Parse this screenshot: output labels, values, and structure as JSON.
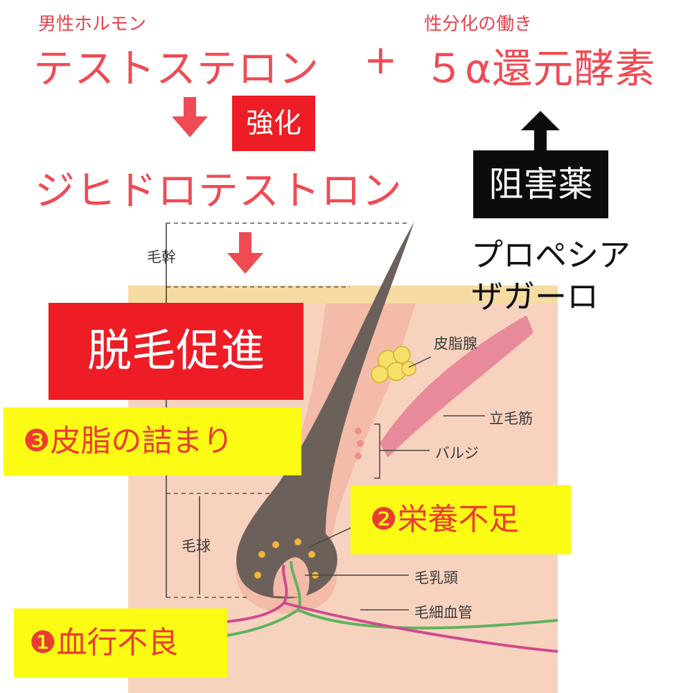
{
  "header": {
    "male_hormone_label": "男性ホルモン",
    "testosterone": "テストステロン",
    "plus": "+",
    "sex_diff_label": "性分化の働き",
    "enzyme": "５α還元酵素"
  },
  "flow": {
    "strengthen": "強化",
    "dht": "ジヒドロテストロン",
    "inhibitor": "阻害薬",
    "drug_1": "プロペシア",
    "drug_2": "ザガーロ",
    "hair_loss": "脱毛促進"
  },
  "causes": {
    "cause_3": "❸皮脂の詰まり",
    "cause_2": "❷栄養不足",
    "cause_1": "❶血行不良"
  },
  "anatomy": {
    "hair_shaft": "毛幹",
    "sebaceous_gland": "皮脂腺",
    "arrector_pili": "立毛筋",
    "bulge": "バルジ",
    "hair_bulb": "毛球",
    "dermal_papilla": "毛乳頭",
    "capillary": "毛細血管"
  },
  "colors": {
    "title_red": "#ef4b54",
    "box_red": "#ee1c25",
    "highlight_yellow": "#fbfb14",
    "skin": "#f6cfb8",
    "hair": "#6b615a"
  }
}
